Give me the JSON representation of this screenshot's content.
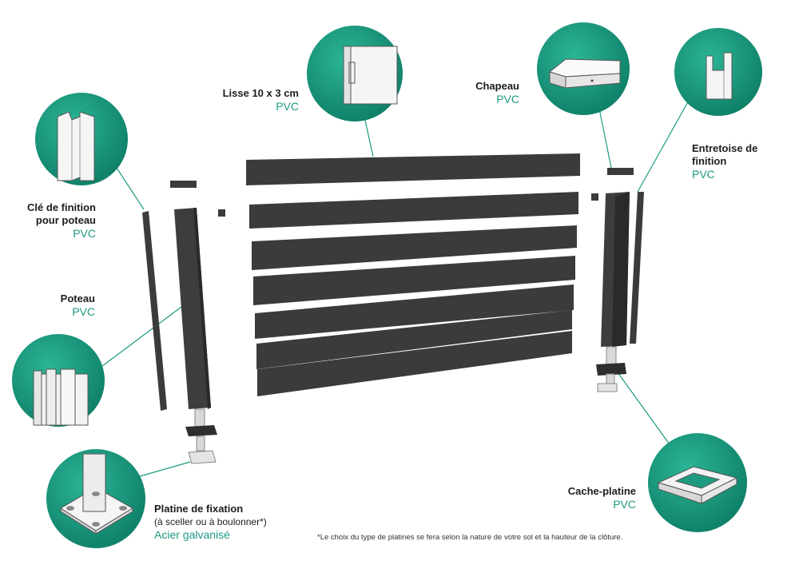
{
  "labels": {
    "lisse": {
      "title": "Lisse 10 x 3 cm",
      "material": "PVC"
    },
    "chapeau": {
      "title": "Chapeau",
      "material": "PVC"
    },
    "entretoise": {
      "title_line1": "Entretoise de",
      "title_line2": "finition",
      "material": "PVC"
    },
    "cle": {
      "title_line1": "Clé de finition",
      "title_line2": "pour poteau",
      "material": "PVC"
    },
    "poteau": {
      "title": "Poteau",
      "material": "PVC"
    },
    "platine": {
      "title": "Platine de fixation",
      "subtitle": "(à sceller ou à boulonner*)",
      "material": "Acier galvanisé"
    },
    "cache": {
      "title": "Cache-platine",
      "material": "PVC"
    }
  },
  "footnote": "*Le choix du type de platines se fera selon la nature de votre sol et la hauteur de la clôture.",
  "colors": {
    "teal": "#1e9a82",
    "teal_dark": "#0f7e68",
    "panel": "#3b3b3b",
    "metal": "#d9d9d9"
  }
}
